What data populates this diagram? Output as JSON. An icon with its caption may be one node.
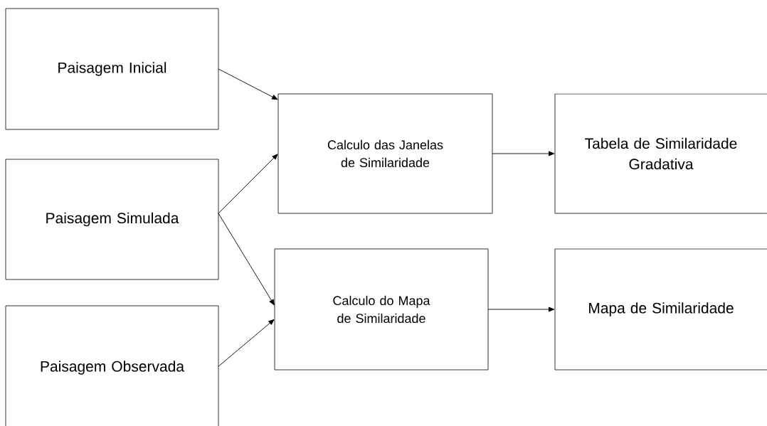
{
  "diagram": {
    "nodes": [
      {
        "text": [
          "Paisagem Inicial"
        ]
      },
      {
        "text": [
          "Paisagem Simulada"
        ]
      },
      {
        "text": [
          "Paisagem Observada"
        ]
      },
      {
        "text": [
          "Calculo das Janelas de Similaridade"
        ]
      },
      {
        "text": [
          "Tabela de Similaridade Gradativa"
        ]
      },
      {
        "text": [
          "Calculo do Mapa de Similaridade"
        ]
      },
      {
        "text": [
          "Mapa de Similaridade"
        ]
      }
    ],
    "edges": [
      {
        "from": 0,
        "to": 3,
        "arrow": "to"
      },
      {
        "from": 1,
        "to": 3,
        "arrow": "to"
      },
      {
        "from": 1,
        "to": 5,
        "arrow": "to"
      },
      {
        "from": 2,
        "to": 5,
        "arrow": "to"
      },
      {
        "from": 3,
        "to": 4,
        "arrow": "to"
      },
      {
        "from": 5,
        "to": 6,
        "arrow": "to"
      }
    ]
  }
}
